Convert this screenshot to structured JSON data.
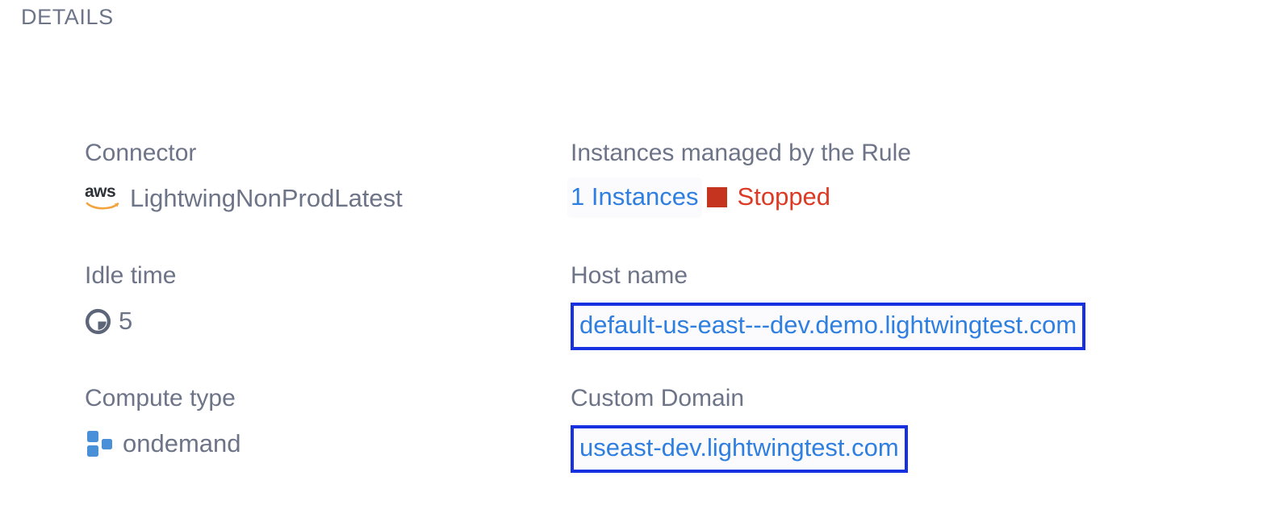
{
  "section": {
    "title": "DETAILS"
  },
  "colors": {
    "label": "#6e7488",
    "link": "#2f7fe0",
    "highlight_border": "#1831e0",
    "status_red": "#dc3a24",
    "status_square": "#c4341f",
    "accent_blue": "#4a90d9",
    "aws_orange": "#f2a33c"
  },
  "fields": {
    "connector": {
      "label": "Connector",
      "value": "LightwingNonProdLatest",
      "icon": "aws-logo-icon"
    },
    "instances": {
      "label": "Instances managed by the Rule",
      "count_label": "1 Instances",
      "status": "Stopped",
      "status_icon": "stopped-square-icon"
    },
    "idle_time": {
      "label": "Idle time",
      "value": "5",
      "icon": "clock-pie-icon"
    },
    "host_name": {
      "label": "Host name",
      "value": "default-us-east---dev.demo.lightwingtest.com"
    },
    "compute_type": {
      "label": "Compute type",
      "value": "ondemand",
      "icon": "compute-cluster-icon"
    },
    "custom_domain": {
      "label": "Custom Domain",
      "value": "useast-dev.lightwingtest.com"
    }
  }
}
